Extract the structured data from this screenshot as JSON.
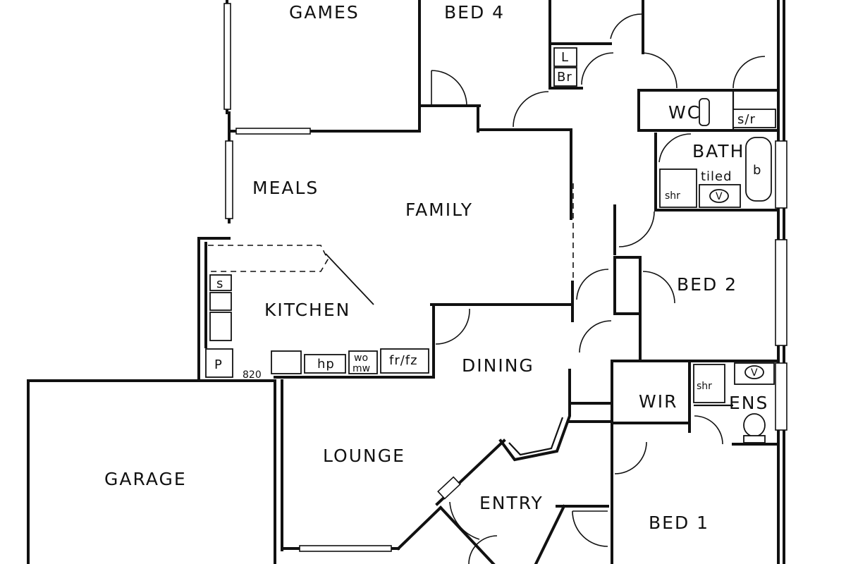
{
  "rooms": {
    "games": "GAMES",
    "bed4": "BED 4",
    "meals": "MEALS",
    "family": "FAMILY",
    "kitchen": "KITCHEN",
    "dining": "DINING",
    "lounge": "LOUNGE",
    "entry": "ENTRY",
    "garage": "GARAGE",
    "bed1": "BED 1",
    "bed2": "BED 2",
    "bath": "BATH",
    "bath_note": "tiled",
    "wc": "WC",
    "wir": "WIR",
    "ens": "ENS"
  },
  "fixtures": {
    "linen": "L",
    "broom": "Br",
    "shower_recess": "s/r",
    "bath_tub": "b",
    "vanity": "V",
    "shower": "shr",
    "sink": "s",
    "pantry": "P",
    "door_820": "820",
    "hotplate": "hp",
    "wall_oven": "wo",
    "microwave": "mw",
    "fridge_freezer": "fr/fz"
  }
}
